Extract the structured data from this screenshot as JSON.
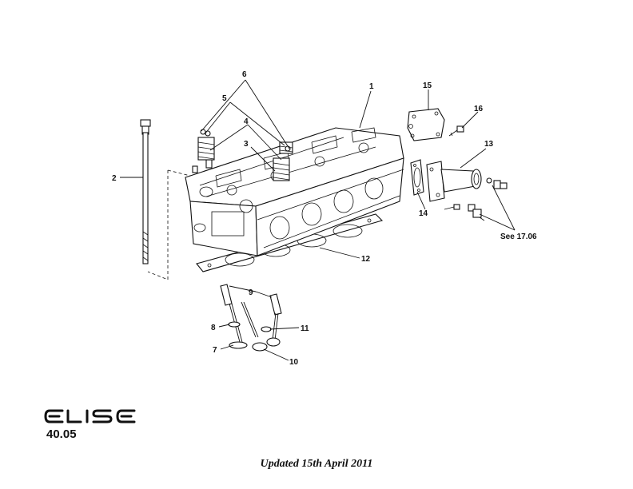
{
  "logo": {
    "text": "ELISE"
  },
  "page_number": "40.05",
  "footer": {
    "updated": "Updated 15th April 2011"
  },
  "callouts": {
    "c1": "1",
    "c2": "2",
    "c3": "3",
    "c4": "4",
    "c5": "5",
    "c6": "6",
    "c7": "7",
    "c8": "8",
    "c9": "9",
    "c10": "10",
    "c11": "11",
    "c12": "12",
    "c13": "13",
    "c14": "14",
    "c15": "15",
    "c16": "16",
    "see": "See 17.06"
  },
  "icons": {
    "logo": "elise-wordmark",
    "head": "cylinder-head",
    "bolt": "head-bolt",
    "gasket": "head-gasket",
    "valve": "valve",
    "spring": "valve-spring",
    "housing": "thermostat-housing",
    "sensor": "temperature-sensor"
  }
}
